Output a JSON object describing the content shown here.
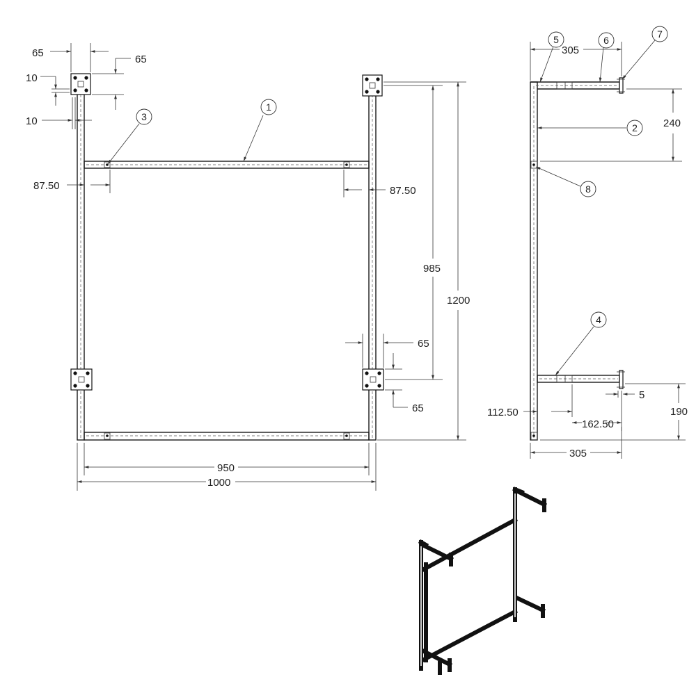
{
  "front_view": {
    "dimensions": {
      "plate_width": "65",
      "plate_height": "65",
      "tube_offset_top": "10",
      "tube_offset_bottom": "10",
      "bracket_offset_left": "87.50",
      "bracket_offset_right": "87.50",
      "mount_spacing": "985",
      "overall_height": "1200",
      "lower_plate_width": "65",
      "lower_plate_height": "65",
      "inner_width": "950",
      "overall_width": "1000"
    },
    "balloons": {
      "b1": "1",
      "b3": "3"
    }
  },
  "side_view": {
    "dimensions": {
      "top_arm_length": "305",
      "top_drop": "240",
      "lower_arm_offset": "112.50",
      "lower_arm_bracket": "162.50",
      "plate_thickness": "5",
      "bottom_height": "190",
      "bottom_arm_length": "305"
    },
    "balloons": {
      "b2": "2",
      "b4": "4",
      "b5": "5",
      "b6": "6",
      "b7": "7",
      "b8": "8"
    }
  },
  "colors": {
    "line": "#1a1a1a",
    "background": "#ffffff"
  }
}
